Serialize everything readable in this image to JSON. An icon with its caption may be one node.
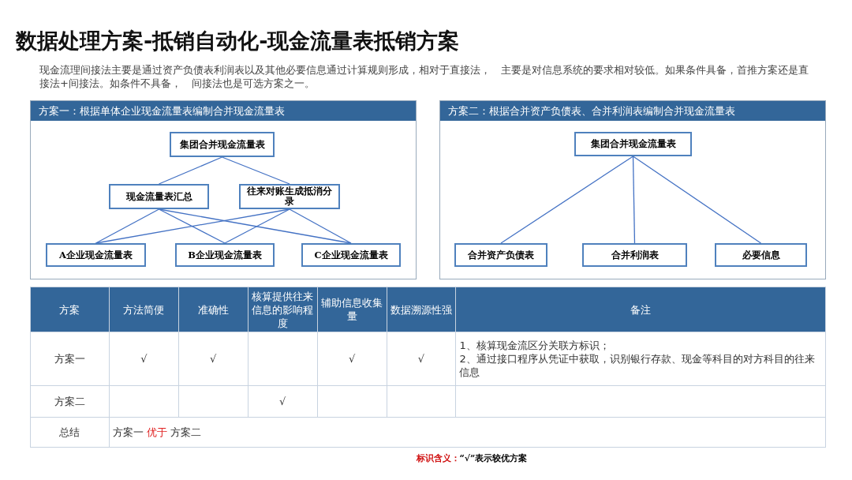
{
  "diagram": {
    "title": "数据处理方案-抵销自动化-现金流量表抵销方案",
    "nodes": [
      {
        "text": [
          "方案一：根据单体企业现金流量表编制合并现金流量表"
        ]
      },
      {
        "text": [
          "集团合并现金流量表"
        ],
        "in": 0
      },
      {
        "text": [
          "现金流量表汇总"
        ],
        "in": 0
      },
      {
        "text": [
          "往来对账生成抵消分录"
        ],
        "in": 0
      },
      {
        "text": [
          "A企业现金流量表"
        ],
        "in": 0
      },
      {
        "text": [
          "B企业现金流量表"
        ],
        "in": 0
      },
      {
        "text": [
          "C企业现金流量表"
        ],
        "in": 0
      },
      {
        "text": [
          "方案二：根据合并资产负债表、合并利润表编制合并现金流量表"
        ]
      },
      {
        "text": [
          "集团合并现金流量表"
        ],
        "in": 7
      },
      {
        "text": [
          "合并资产负债表"
        ],
        "in": 7
      },
      {
        "text": [
          "合并利润表"
        ],
        "in": 7
      },
      {
        "text": [
          "必要信息"
        ],
        "in": 7
      }
    ],
    "edges": [
      {
        "from": 1,
        "to": 2,
        "arrow": "none"
      },
      {
        "from": 1,
        "to": 3,
        "arrow": "none"
      },
      {
        "from": 2,
        "to": 4,
        "arrow": "none"
      },
      {
        "from": 2,
        "to": 5,
        "arrow": "none"
      },
      {
        "from": 2,
        "to": 6,
        "arrow": "none"
      },
      {
        "from": 3,
        "to": 4,
        "arrow": "none"
      },
      {
        "from": 3,
        "to": 5,
        "arrow": "none"
      },
      {
        "from": 3,
        "to": 6,
        "arrow": "none"
      },
      {
        "from": 8,
        "to": 9,
        "arrow": "none"
      },
      {
        "from": 8,
        "to": 10,
        "arrow": "none"
      },
      {
        "from": 8,
        "to": 11,
        "arrow": "none"
      }
    ],
    "labels": [
      "现金流理间接法主要是通过资产负债表利润表以及其他必要信息通过计算规则形成，相对于直接法，　主要是对信息系统的要求相对较低。如果条件具备，首推方案还是直接法+间接法。如条件不具备，　间接法也是可选方案之一。",
      "方案",
      "方法简便",
      "准确性",
      "核算提供往来信息的影响程度",
      "辅助信息收集量",
      "数据溯源性强",
      "备注",
      "方案一",
      "√",
      "√",
      "√",
      "√",
      "1、核算现金流区分关联方标识；",
      "2、通过接口程序从凭证中获取，识别银行存款、现金等科目的对方科目的往来信息",
      "方案二",
      "√",
      "总结",
      "方案一",
      "优于",
      "方案二",
      "标识含义：",
      "“√”表示较优方案"
    ]
  }
}
